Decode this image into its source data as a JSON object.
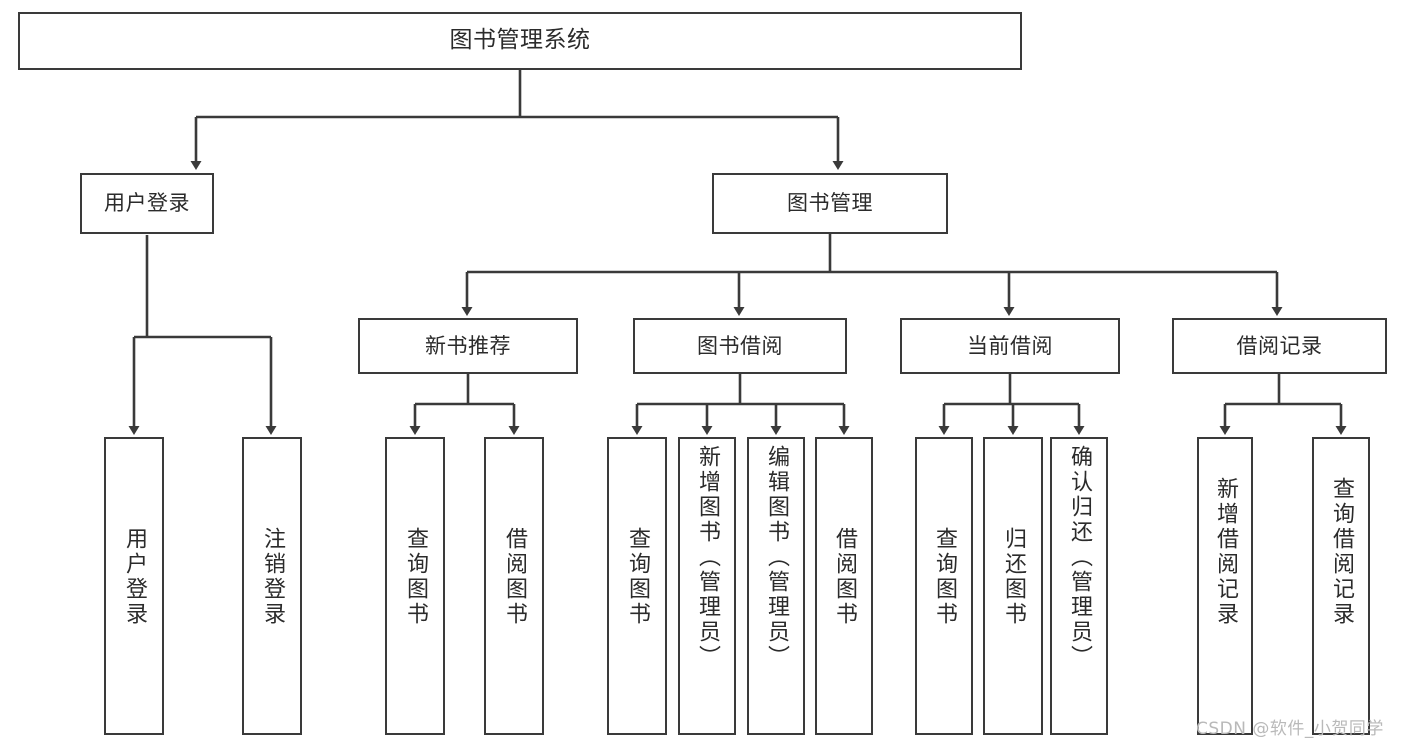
{
  "diagram": {
    "title": "图书管理系统",
    "type": "tree",
    "watermark": "CSDN @软件_小贺同学",
    "colors": {
      "stroke": "#3a3a3a",
      "fill": "#ffffff",
      "text": "#2b2b2b",
      "watermark": "#b9b9b9"
    },
    "root": {
      "label": "图书管理系统"
    },
    "level1": [
      {
        "label": "用户登录"
      },
      {
        "label": "图书管理"
      }
    ],
    "level2": [
      {
        "label": "新书推荐"
      },
      {
        "label": "图书借阅"
      },
      {
        "label": "当前借阅"
      },
      {
        "label": "借阅记录"
      }
    ],
    "leaves": {
      "user_login": [
        {
          "label": "用户登录"
        },
        {
          "label": "注销登录"
        }
      ],
      "new_book": [
        {
          "label": "查询图书"
        },
        {
          "label": "借阅图书"
        }
      ],
      "borrow_book": [
        {
          "label": "查询图书"
        },
        {
          "label": "新增图书（管理员）"
        },
        {
          "label": "编辑图书（管理员）"
        },
        {
          "label": "借阅图书"
        }
      ],
      "current_borrow": [
        {
          "label": "查询图书"
        },
        {
          "label": "归还图书"
        },
        {
          "label": "确认归还（管理员）"
        }
      ],
      "borrow_record": [
        {
          "label": "新增借阅记录"
        },
        {
          "label": "查询借阅记录"
        }
      ]
    }
  }
}
